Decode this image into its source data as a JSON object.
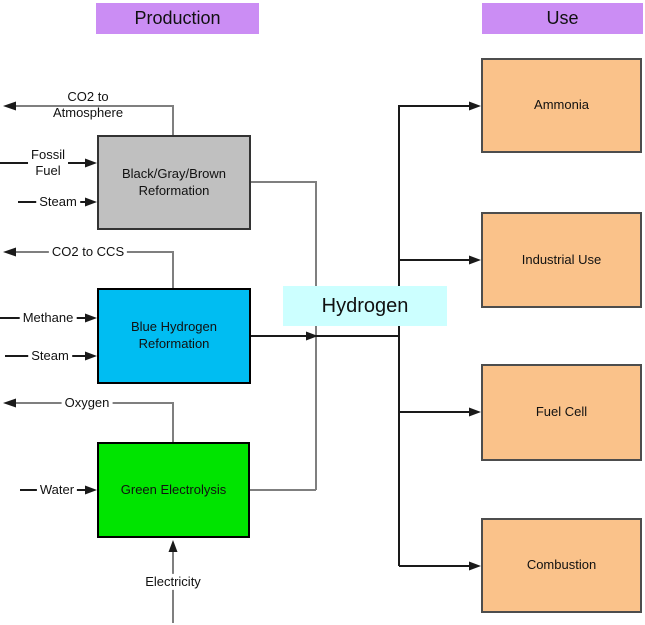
{
  "diagram": {
    "headers": {
      "production": "Production",
      "use": "Use"
    },
    "hydrogen_label": "Hydrogen",
    "production_boxes": [
      {
        "line1": "Black/Gray/Brown",
        "line2": "Reformation"
      },
      {
        "line1": "Blue Hydrogen",
        "line2": "Reformation"
      },
      {
        "line1": "Green Electrolysis",
        "line2": ""
      }
    ],
    "use_boxes": [
      {
        "label": "Ammonia"
      },
      {
        "label": "Industrial Use"
      },
      {
        "label": "Fuel Cell"
      },
      {
        "label": "Combustion"
      }
    ],
    "flows": {
      "co2_atmosphere_line1": "CO2 to",
      "co2_atmosphere_line2": "Atmosphere",
      "fossil_line1": "Fossil",
      "fossil_line2": "Fuel",
      "steam_gray": "Steam",
      "co2_ccs": "CO2 to CCS",
      "methane": "Methane",
      "steam_blue": "Steam",
      "oxygen": "Oxygen",
      "water": "Water",
      "electricity": "Electricity"
    },
    "colors": {
      "header_fill": "#CB8DF4",
      "gray_box_fill": "#C0C0C0",
      "blue_box_fill": "#00BDF2",
      "green_box_fill": "#00E400",
      "use_box_fill": "#FAC28A",
      "hydrogen_fill": "#CCFFFF",
      "byproduct_line_color": "#7F7F7F",
      "flow_line_color": "#1A1A1A"
    }
  }
}
